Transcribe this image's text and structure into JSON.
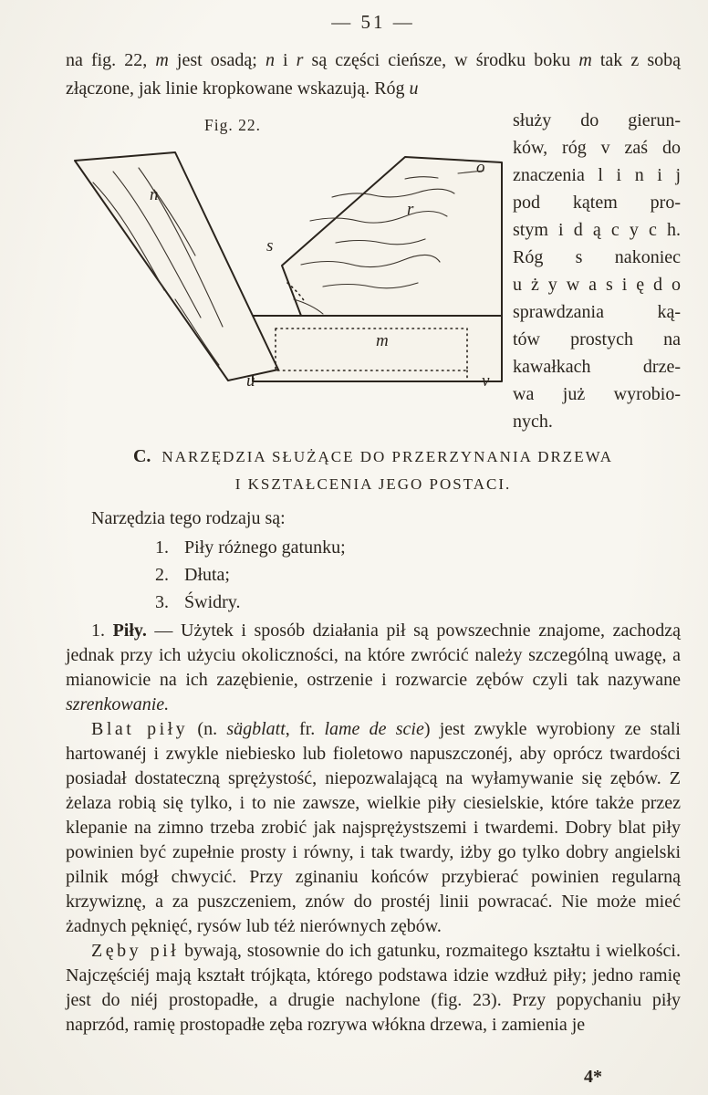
{
  "colors": {
    "paper": "#f6f3eb",
    "ink": "#2a241d"
  },
  "page": {
    "header": "—  51  —",
    "footer_mark": "4*"
  },
  "intro": {
    "segments": [
      {
        "text": "na fig. 22, ",
        "style": "n"
      },
      {
        "text": "m",
        "style": "i"
      },
      {
        "text": " jest osadą; ",
        "style": "n"
      },
      {
        "text": "n",
        "style": "i"
      },
      {
        "text": " i ",
        "style": "n"
      },
      {
        "text": "r",
        "style": "i"
      },
      {
        "text": " są części cieńsze, w środku boku ",
        "style": "n"
      },
      {
        "text": "m",
        "style": "i"
      },
      {
        "text": " tak z sobą złączone, jak linie kropkowane wskazują.  Róg ",
        "style": "n"
      },
      {
        "text": "u",
        "style": "i"
      }
    ]
  },
  "figure": {
    "caption": "Fig. 22.",
    "labels": {
      "n": "n",
      "o": "o",
      "r": "r",
      "s": "s",
      "m": "m",
      "u": "u",
      "v": "v"
    }
  },
  "side": {
    "lines": [
      "służy do gierun-",
      "ków, róg v zaś do",
      "znaczenia l i n i j",
      "pod kątem pro-",
      "stym i d ą c y c h.",
      "Róg s nakoniec",
      "u ż y w a  s i ę  d o",
      "sprawdzania ką-",
      "tów prostych na",
      "kawałkach drze-",
      "wa już wyrobio-",
      "nych."
    ]
  },
  "section": {
    "letter": "C.",
    "line1": "NARZĘDZIA SŁUŻĄCE DO PRZERZYNANIA DRZEWA",
    "line2": "I KSZTAŁCENIA JEGO POSTACI."
  },
  "tools": {
    "intro": "Narzędzia tego rodzaju są:",
    "items": [
      {
        "num": "1.",
        "label": "Piły różnego gatunku;"
      },
      {
        "num": "2.",
        "label": "Dłuta;"
      },
      {
        "num": "3.",
        "label": "Świdry."
      }
    ]
  },
  "paragraphs": {
    "pily": {
      "segments": [
        {
          "text": "1. ",
          "style": "n"
        },
        {
          "text": "Piły.",
          "style": "b"
        },
        {
          "text": " — Użytek i sposób działania pił są powszechnie znajome, zachodzą jednak przy ich użyciu okoliczności, na które zwrócić należy szczególną uwagę, a mianowicie na ich zazębienie, ostrzenie i rozwarcie zębów czyli tak nazywane ",
          "style": "n"
        },
        {
          "text": "szrenkowanie.",
          "style": "i"
        }
      ]
    },
    "blat": {
      "segments": [
        {
          "text": "Blat piły",
          "style": "sp"
        },
        {
          "text": " (n. ",
          "style": "n"
        },
        {
          "text": "sägblatt",
          "style": "i"
        },
        {
          "text": ", fr. ",
          "style": "n"
        },
        {
          "text": "lame de scie",
          "style": "i"
        },
        {
          "text": ") jest zwykle wyrobiony ze stali hartowanéj i zwykle niebiesko lub fioletowo napuszczonéj, aby oprócz twardości posiadał dostateczną sprężystość, niepozwalającą na wyłamywanie się zębów. Z żelaza robią się tylko, i to nie zawsze, wielkie piły ciesielskie, które także przez klepanie na zimno trzeba zrobić jak najsprężystszemi i twardemi. Dobry blat piły powinien być zupełnie prosty i równy, i tak twardy, iżby go tylko dobry angielski pilnik mógł chwycić. Przy zginaniu końców przybierać powinien regularną krzywiznę, a za puszczeniem, znów do prostéj linii powracać. Nie może mieć żadnych pęknięć, rysów lub téż nierównych zębów.",
          "style": "n"
        }
      ]
    },
    "zeby": {
      "segments": [
        {
          "text": "Zęby pił",
          "style": "sp"
        },
        {
          "text": " bywają, stosownie do ich gatunku, rozmaitego kształtu i wielkości. Najczęściéj mają kształt trójkąta, którego podstawa idzie wzdłuż piły; jedno ramię jest do niéj prostopadłe, a drugie nachylone (fig. 23). Przy popychaniu piły naprzód, ramię prostopadłe zęba rozrywa włókna drzewa, i zamienia je",
          "style": "n"
        }
      ]
    }
  }
}
